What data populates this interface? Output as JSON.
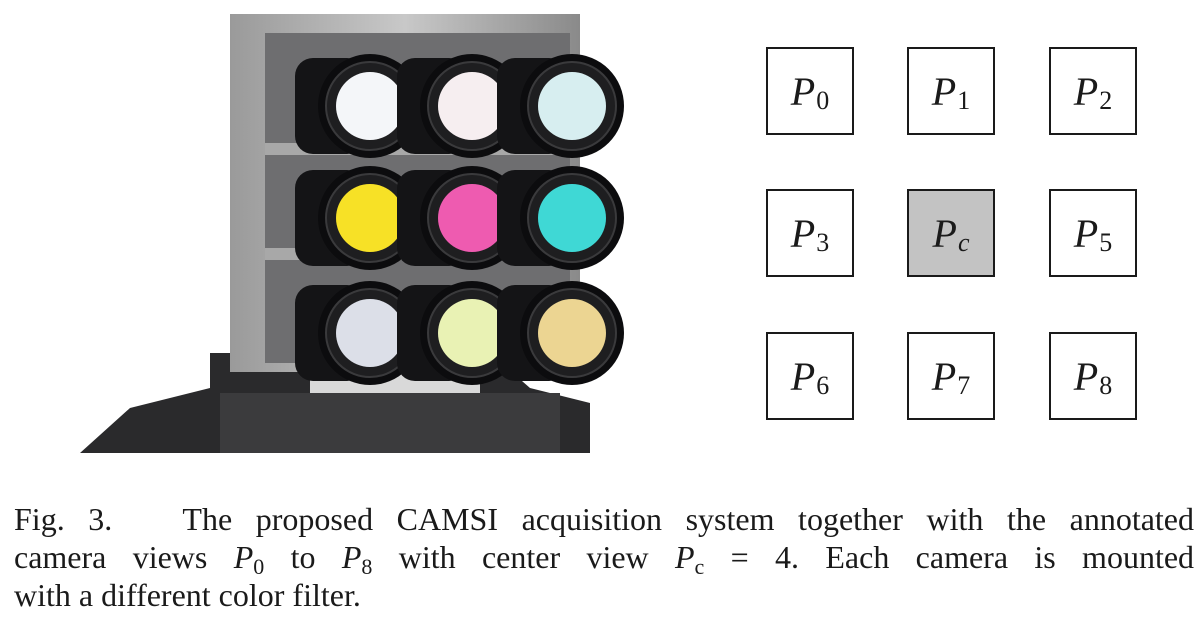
{
  "grid": {
    "cells": [
      {
        "letter": "P",
        "sub": "0",
        "center": false
      },
      {
        "letter": "P",
        "sub": "1",
        "center": false
      },
      {
        "letter": "P",
        "sub": "2",
        "center": false
      },
      {
        "letter": "P",
        "sub": "3",
        "center": false
      },
      {
        "letter": "P",
        "sub": "c",
        "center": true
      },
      {
        "letter": "P",
        "sub": "5",
        "center": false
      },
      {
        "letter": "P",
        "sub": "6",
        "center": false
      },
      {
        "letter": "P",
        "sub": "7",
        "center": false
      },
      {
        "letter": "P",
        "sub": "8",
        "center": false
      }
    ]
  },
  "photo": {
    "filter_colors": [
      "#f4f6f9",
      "#f6eef0",
      "#d7eef0",
      "#f7e126",
      "#ee5bb0",
      "#3fd8d5",
      "#dcdfe8",
      "#e9f2b4",
      "#ecd592"
    ]
  },
  "caption": {
    "fig_label": "Fig. 3.",
    "line1_text": "The proposed CAMSI acquisition system together with the annotated",
    "line2_a": "camera views",
    "var_p": "P",
    "sub_first": "0",
    "line2_b": "to",
    "sub_last": "8",
    "line2_c": "with center view",
    "sub_center": "c",
    "line2_d": "= 4. Each camera is mounted",
    "line3_text": "with a different color filter."
  }
}
